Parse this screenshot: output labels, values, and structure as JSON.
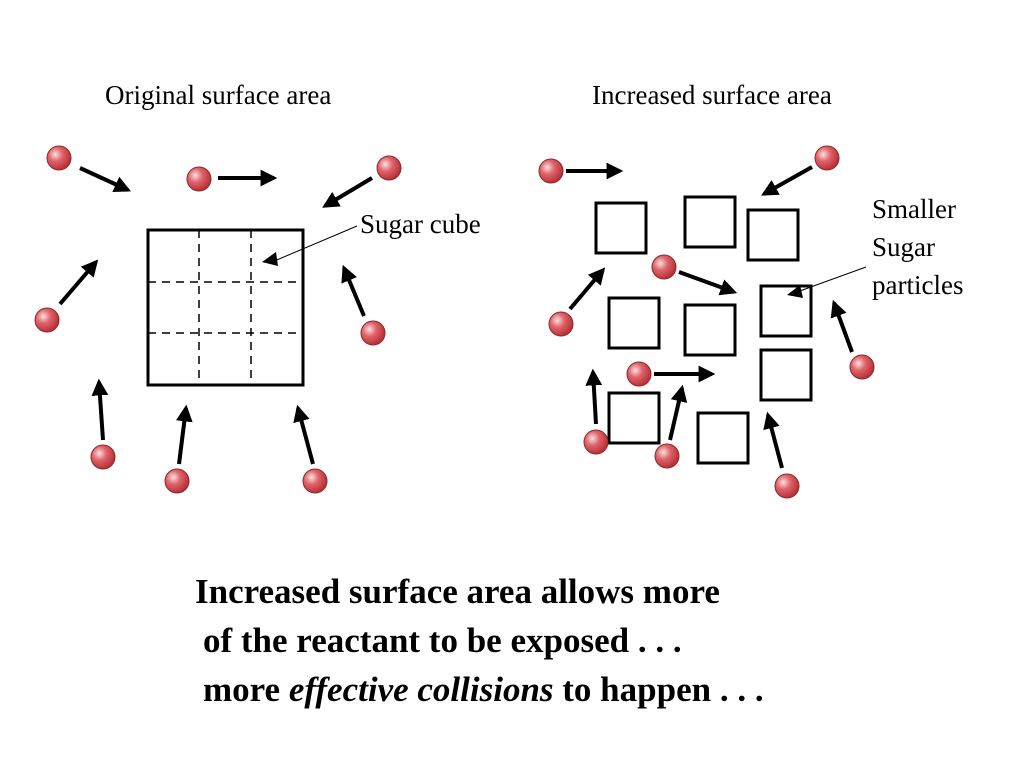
{
  "titles": {
    "left": "Original surface area",
    "right": "Increased surface area"
  },
  "labels": {
    "sugar_cube": "Sugar cube",
    "smaller_line1": "Smaller",
    "smaller_line2": "Sugar",
    "smaller_line3": "particles"
  },
  "caption": {
    "line1": "Increased surface area allows more",
    "line2": "of the reactant to be exposed . . .",
    "line3_prefix": "more",
    "line3_emph": "effective collisions",
    "line3_suffix": "to happen . . ."
  },
  "colors": {
    "particle": "#d9534f",
    "arrow": "#000000",
    "cube": "#000000"
  }
}
